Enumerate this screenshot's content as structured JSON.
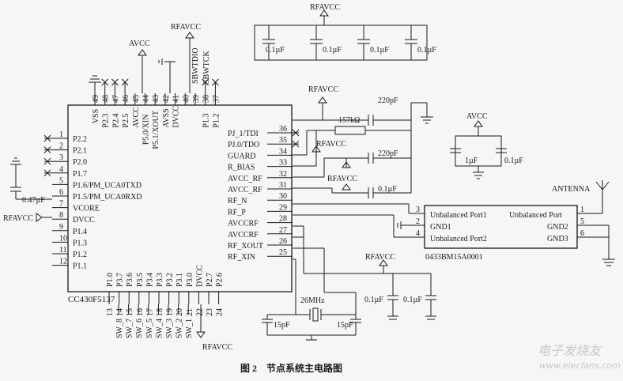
{
  "title": "图 2　节点系统主电路图",
  "watermark": "电子发烧友",
  "watermark_url": "www.elecfans.com",
  "net_labels": {
    "avcc": "AVCC",
    "rfavcc": "RFAVCC",
    "antenna": "ANTENNA"
  },
  "components": {
    "mcu": {
      "name": "CC430F5137"
    },
    "balun": {
      "name": "0433BM15A0001",
      "ports": [
        "Unbalanced Port1",
        "GND1",
        "Unbalanced Port2",
        "Unbalanced Port",
        "GND2",
        "GND3"
      ],
      "pins": [
        "3",
        "2",
        "4",
        "1",
        "5",
        "6"
      ]
    },
    "crystal": {
      "value": "26MHz"
    },
    "resistor": {
      "value": "157kΩ"
    },
    "caps": {
      "top": [
        "0.1µF",
        "0.1µF",
        "0.1µF",
        "0.1µF"
      ],
      "r1": "220pF",
      "r2": "220pF",
      "r3": "0.1µF",
      "avcc_pair": [
        "1µF",
        "0.1µF"
      ],
      "rf_pair": [
        "0.1µF",
        "0.1µF"
      ],
      "xtal_load": [
        "15pF",
        "15pF"
      ],
      "vcore": "0.47µF"
    }
  },
  "pins": {
    "left": [
      {
        "num": "1",
        "name": "P2.2"
      },
      {
        "num": "2",
        "name": "P2.1"
      },
      {
        "num": "3",
        "name": "P2.0"
      },
      {
        "num": "4",
        "name": "P1.7"
      },
      {
        "num": "5",
        "name": "P1.6/PM_UCA0TXD"
      },
      {
        "num": "6",
        "name": "P1.5/PM_UCA0RXD"
      },
      {
        "num": "7",
        "name": "VCORE"
      },
      {
        "num": "8",
        "name": "DVCC"
      },
      {
        "num": "9",
        "name": "P1.4"
      },
      {
        "num": "10",
        "name": "P1.3"
      },
      {
        "num": "11",
        "name": "P1.2"
      },
      {
        "num": "12",
        "name": "P1.1"
      }
    ],
    "right": [
      {
        "num": "36",
        "name": "PJ_1/TDI"
      },
      {
        "num": "35",
        "name": "PJ.0/TDO"
      },
      {
        "num": "34",
        "name": "GUARD"
      },
      {
        "num": "33",
        "name": "R_BIAS"
      },
      {
        "num": "32",
        "name": "AVCC_RF"
      },
      {
        "num": "31",
        "name": "AVCC_RF"
      },
      {
        "num": "30",
        "name": "RF_N"
      },
      {
        "num": "29",
        "name": "RF_P"
      },
      {
        "num": "28",
        "name": "AVCCRF"
      },
      {
        "num": "27",
        "name": "AVCCRF"
      },
      {
        "num": "26",
        "name": "RF_XOUT"
      },
      {
        "num": "25",
        "name": "RF_XIN"
      }
    ],
    "top": [
      {
        "num": "49",
        "name": "VSS"
      },
      {
        "num": "48",
        "name": "P2.3"
      },
      {
        "num": "47",
        "name": "P2.4"
      },
      {
        "num": "46",
        "name": "P2.5"
      },
      {
        "num": "45",
        "name": "AVCC"
      },
      {
        "num": "44",
        "name": "P5.0/XIN"
      },
      {
        "num": "43",
        "name": "P5.1/XOUT"
      },
      {
        "num": "42",
        "name": "AVSS"
      },
      {
        "num": "41",
        "name": "DVCC"
      },
      {
        "num": "40",
        "name": "SBWTDIO"
      },
      {
        "num": "39",
        "name": "SBWTCK"
      },
      {
        "num": "38",
        "name": "P1.3"
      },
      {
        "num": "37",
        "name": "P1.2"
      }
    ],
    "bottom": [
      {
        "num": "13",
        "name": "P1.0"
      },
      {
        "num": "14",
        "name": "P3.7"
      },
      {
        "num": "15",
        "name": "P3.6"
      },
      {
        "num": "16",
        "name": "P3.5"
      },
      {
        "num": "17",
        "name": "P3.4"
      },
      {
        "num": "18",
        "name": "P3.3"
      },
      {
        "num": "19",
        "name": "P3.2"
      },
      {
        "num": "20",
        "name": "P3.1"
      },
      {
        "num": "21",
        "name": "P3.0"
      },
      {
        "num": "22",
        "name": "DVCC"
      },
      {
        "num": "23",
        "name": "P2.7"
      },
      {
        "num": "24",
        "name": "P2.6"
      }
    ]
  },
  "sw_labels": [
    "SW_8",
    "SW_7",
    "SW_6",
    "SW_5",
    "SW_4",
    "SW_3",
    "SW_2",
    "SW_1"
  ],
  "top_pin_labels": {
    "sbwtdio": "SBWTDIO",
    "sbwtck": "SBWTCK"
  }
}
